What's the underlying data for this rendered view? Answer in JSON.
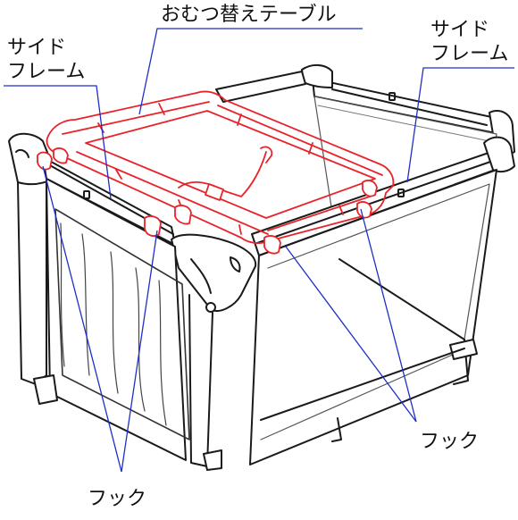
{
  "labels": {
    "changing_table": "おむつ替えテーブル",
    "side_frame_left_line1": "サイド",
    "side_frame_left_line2": "フレーム",
    "side_frame_right_line1": "サイド",
    "side_frame_right_line2": "フレーム",
    "hook_bottom_left": "フック",
    "hook_bottom_right": "フック"
  },
  "colors": {
    "outline": "#1a1a1a",
    "changing_table": "#e8232a",
    "leader_line": "#1f2fc8",
    "background": "#ffffff"
  }
}
